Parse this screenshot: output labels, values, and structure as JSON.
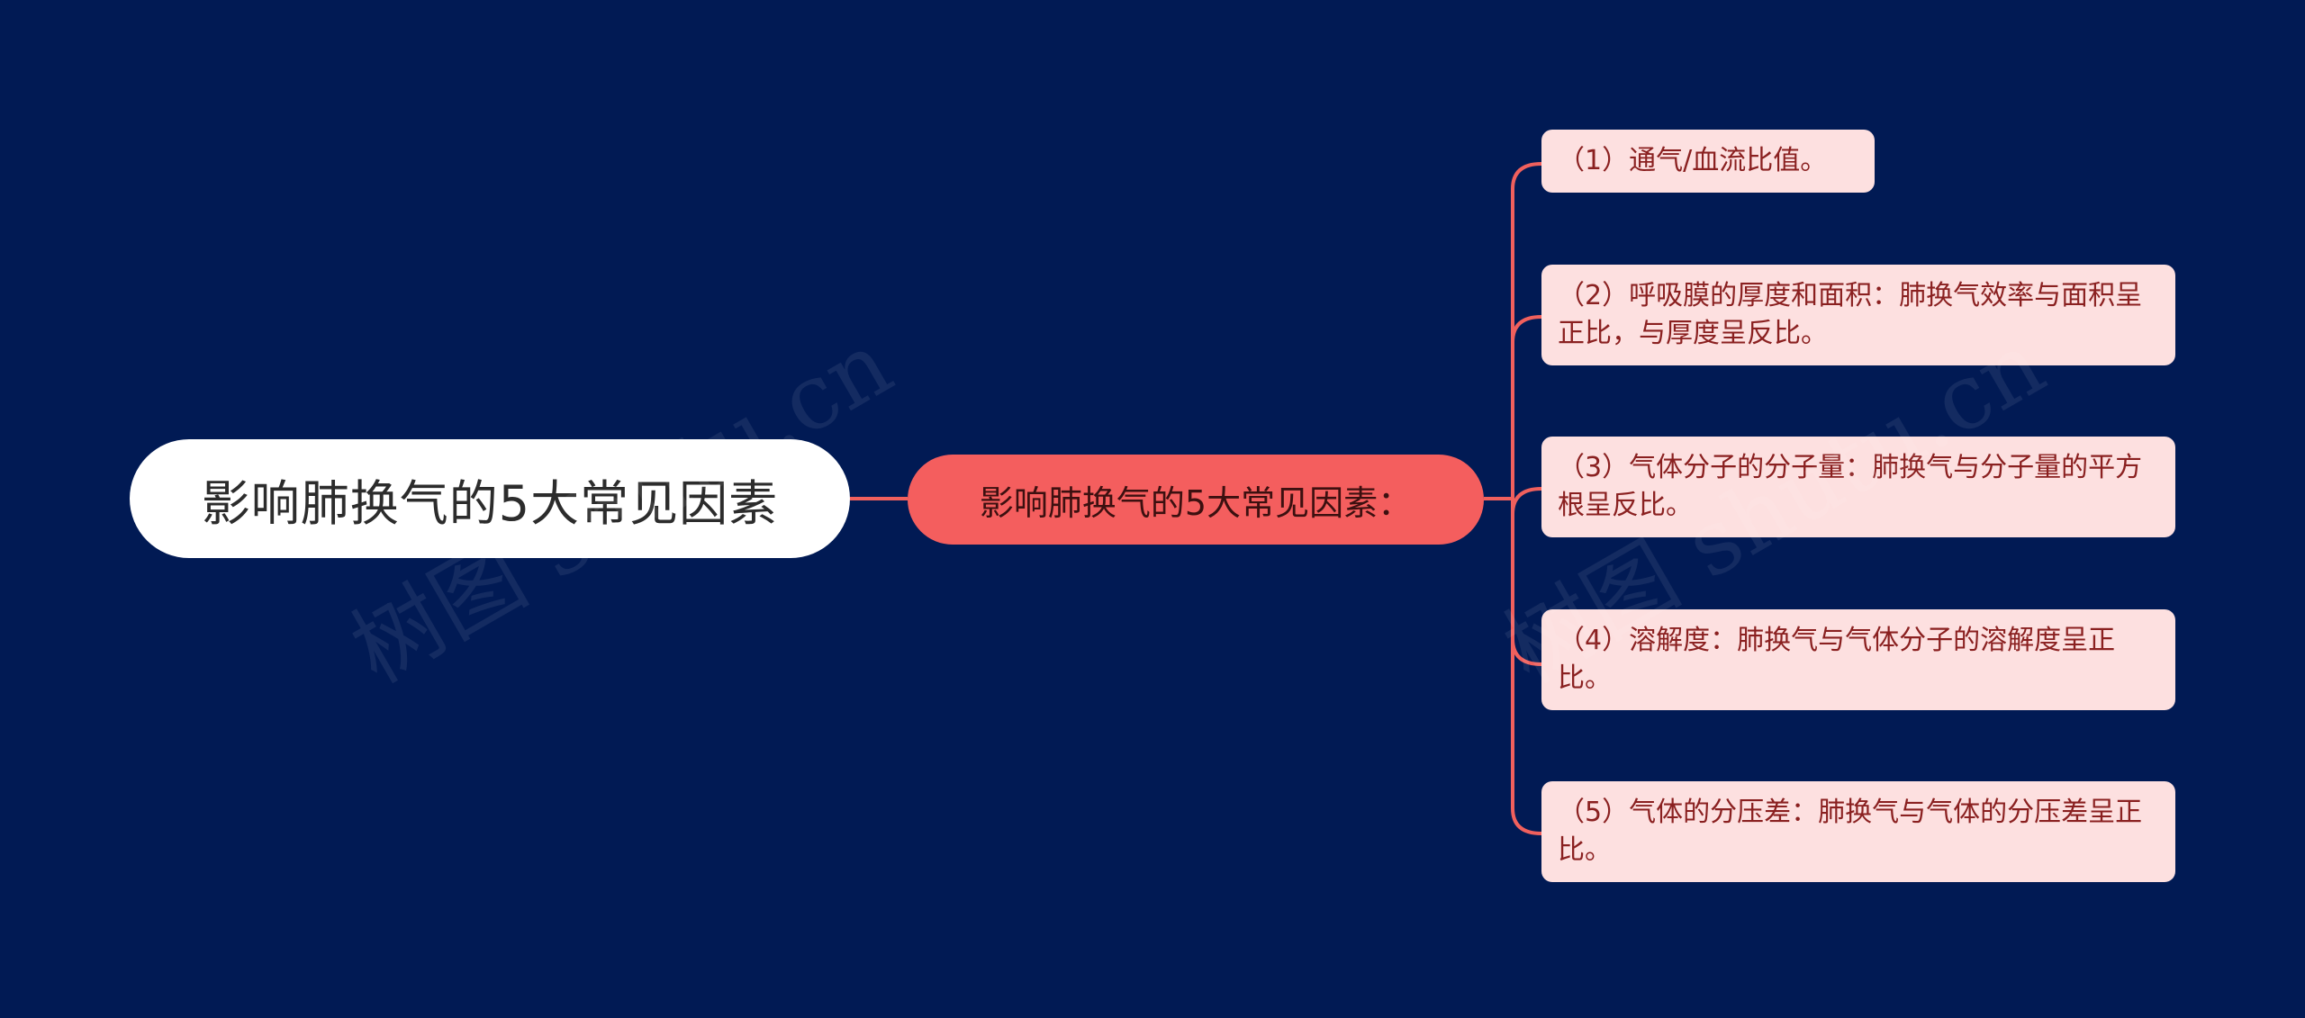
{
  "colors": {
    "background": "#011a54",
    "connector": "#f0605d",
    "root_bg": "#ffffff",
    "root_text": "#2c2c2c",
    "main_bg": "#f45e5e",
    "main_text": "#3c1010",
    "leaf_bg": "#fde0e0",
    "leaf_text": "#8a2020",
    "watermark": "rgba(255,255,255,0.08)"
  },
  "root": {
    "label": "影响肺换气的5大常见因素"
  },
  "main": {
    "label": "影响肺换气的5大常见因素："
  },
  "leaves": [
    {
      "label": "（1）通气/血流比值。"
    },
    {
      "label": "（2）呼吸膜的厚度和面积：肺换气效率与面积呈正比，与厚度呈反比。"
    },
    {
      "label": "（3）气体分子的分子量：肺换气与分子量的平方根呈反比。"
    },
    {
      "label": "（4）溶解度：肺换气与气体分子的溶解度呈正比。"
    },
    {
      "label": "（5）气体的分压差：肺换气与气体的分压差呈正比。"
    }
  ],
  "watermark": {
    "text": "树图 shutu.cn"
  }
}
